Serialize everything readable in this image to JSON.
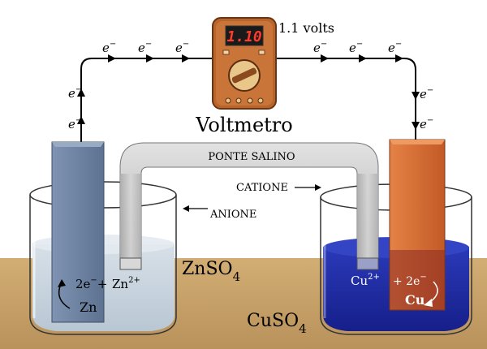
{
  "voltmeter": {
    "display_value": "1.10",
    "reading_text": "1.1 volts",
    "name": "Voltmetro"
  },
  "electrons": {
    "symbol": "e",
    "charge": "−"
  },
  "salt_bridge": {
    "label": "PONTE SALINO"
  },
  "ions": {
    "cation": "CATIONE",
    "anion": "ANIONE"
  },
  "left_cell": {
    "ion": "Zn",
    "ion_charge": "2+",
    "reaction_left": "2e",
    "reaction_charge": "−",
    "reaction_plus": "+",
    "electrode_label": "Zn",
    "solution_main": "ZnSO",
    "solution_sub": "4"
  },
  "right_cell": {
    "ion": "Cu",
    "ion_charge": "2+",
    "reaction_plus": "+ 2e",
    "reaction_charge": "−",
    "electrode_label": "Cu",
    "solution_main": "CuSO",
    "solution_sub": "4"
  },
  "colors": {
    "bench": "#c9a36a",
    "zinc_solution": "#c9d4de",
    "copper_solution": "#1f2fa8",
    "zinc_electrode": "#6f84a3",
    "copper_electrode": "#d06a32",
    "voltmeter_body": "#b8652c",
    "bridge": "#c4c4c4"
  }
}
